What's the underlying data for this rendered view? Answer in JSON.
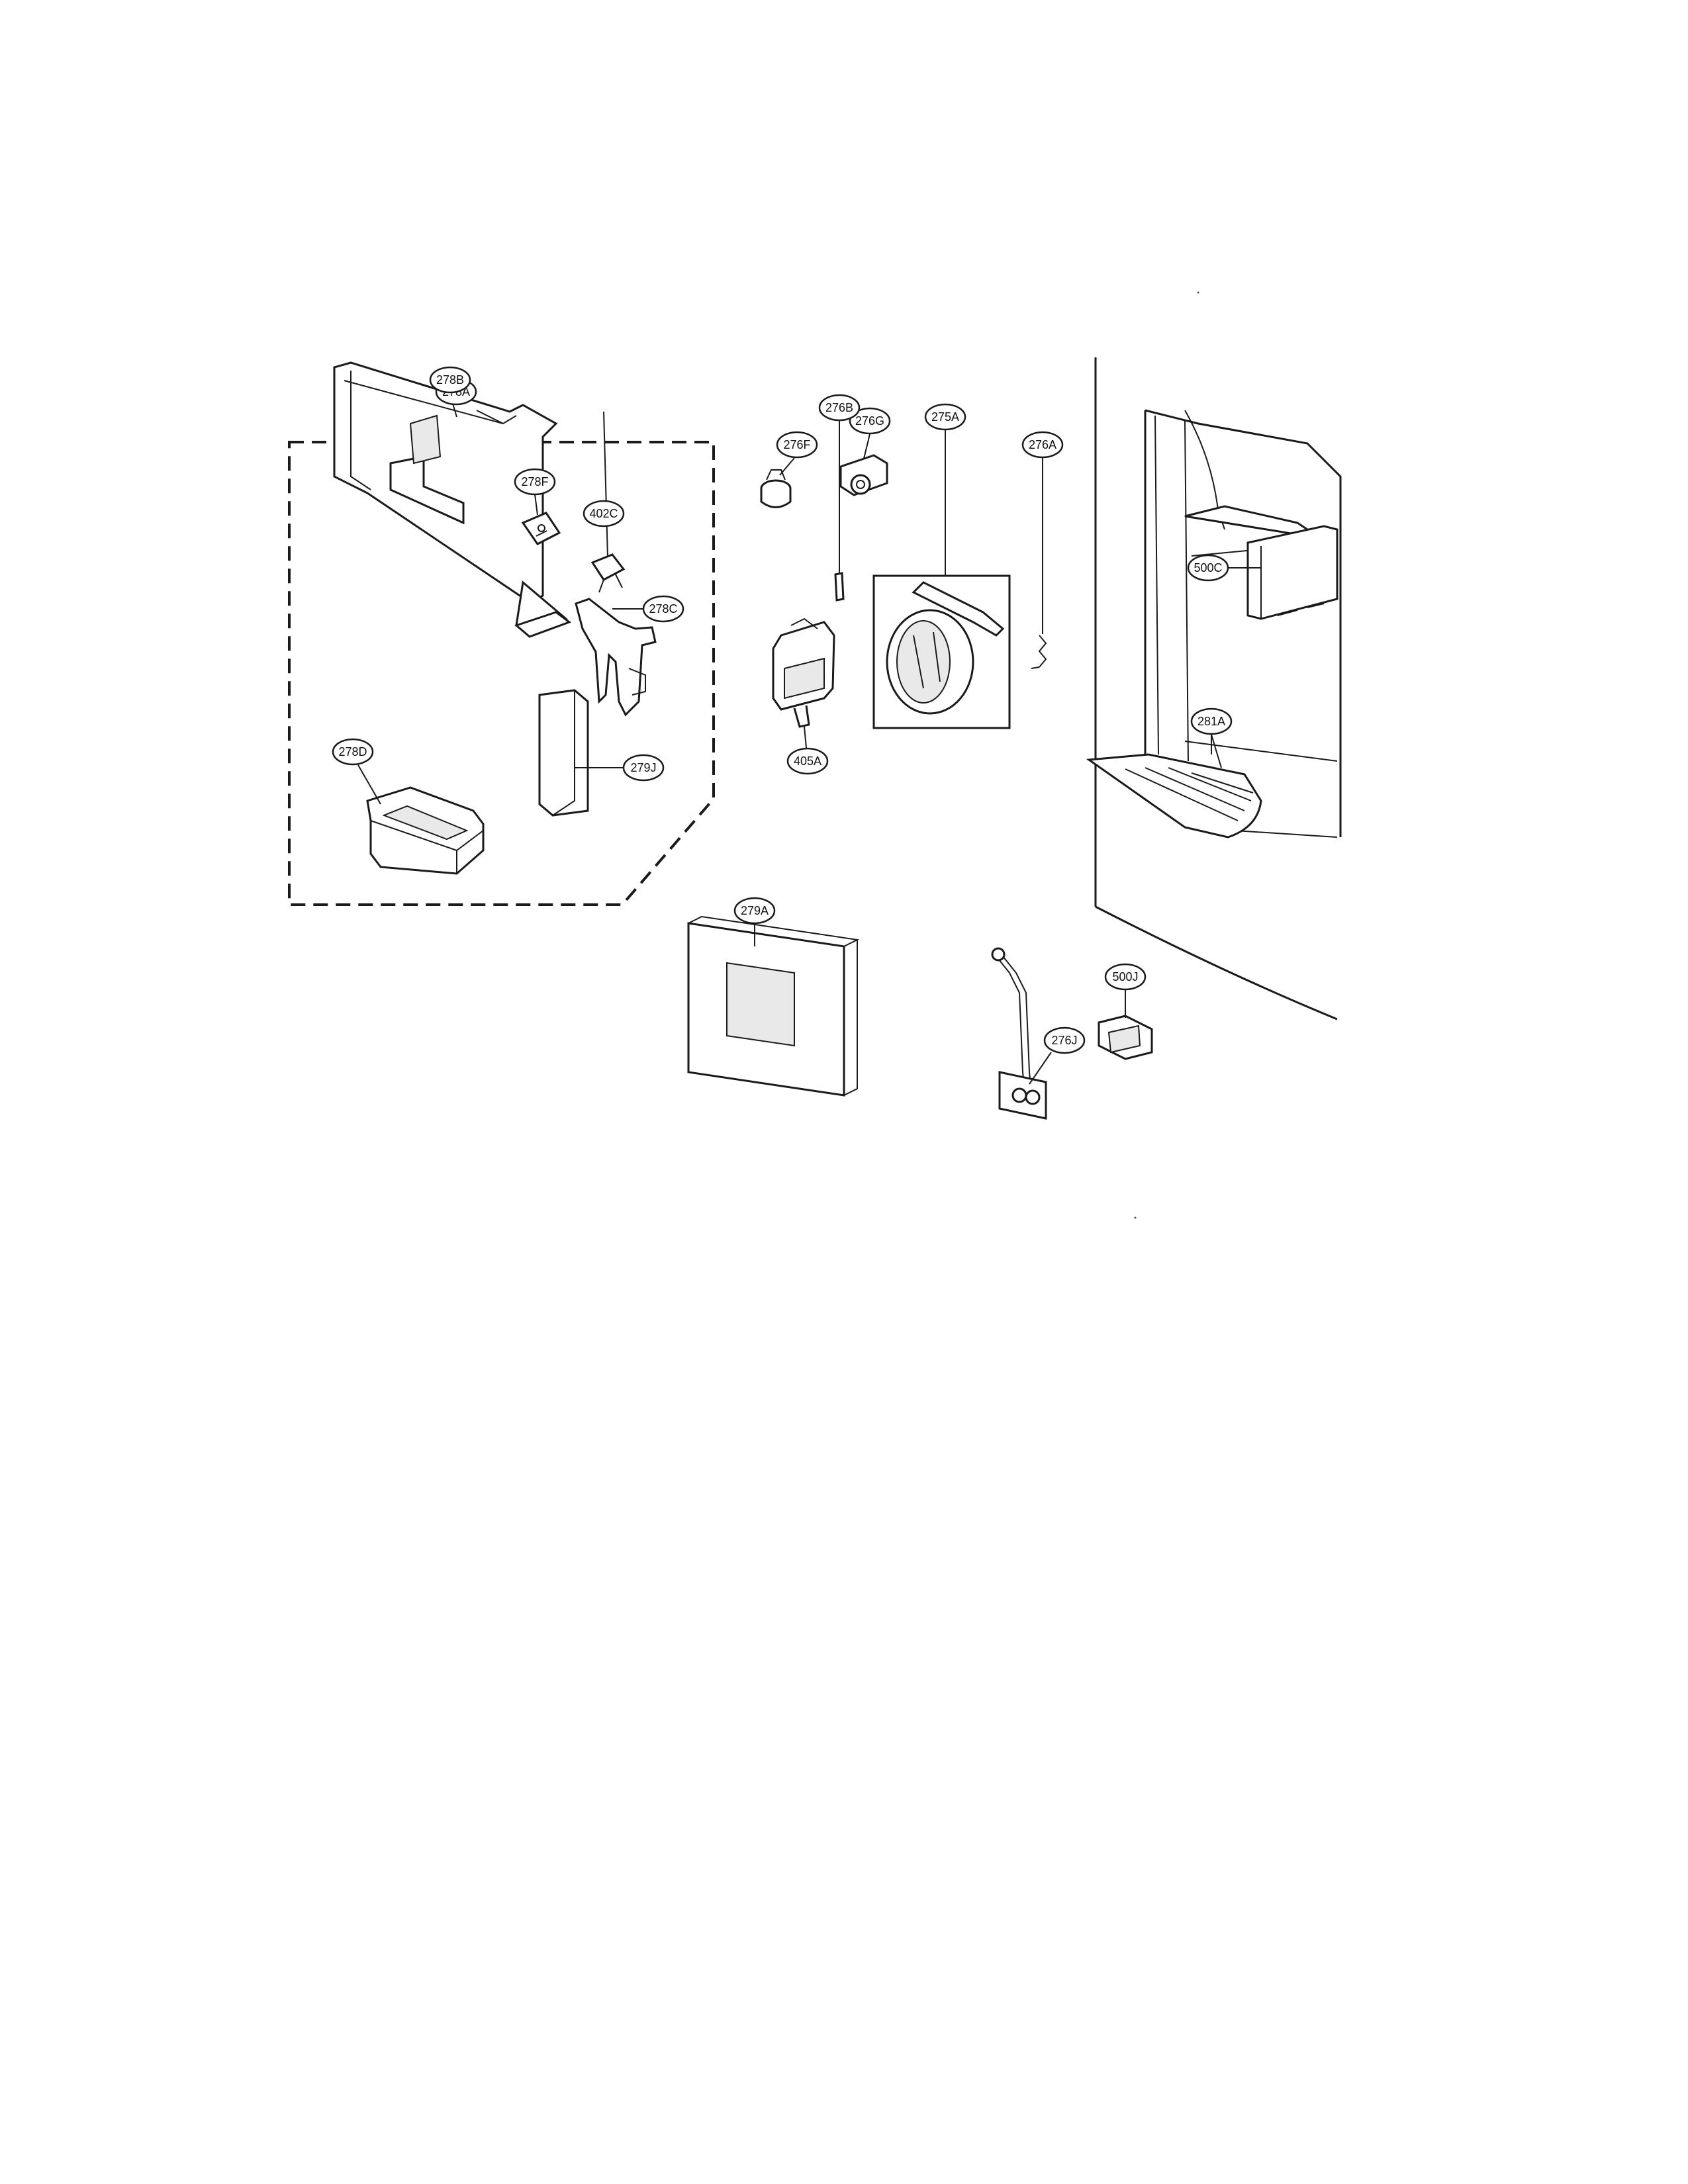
{
  "callouts": {
    "c278A": "278A",
    "c278B": "278B",
    "c278F": "278F",
    "c402C": "402C",
    "c278C": "278C",
    "c279J": "279J",
    "c278D": "278D",
    "c276F": "276F",
    "c276G": "276G",
    "c276B": "276B",
    "c275A": "275A",
    "c276A": "276A",
    "c405A": "405A",
    "c500C": "500C",
    "c281A": "281A",
    "c279A": "279A",
    "c500J": "500J",
    "c276J": "276J"
  }
}
